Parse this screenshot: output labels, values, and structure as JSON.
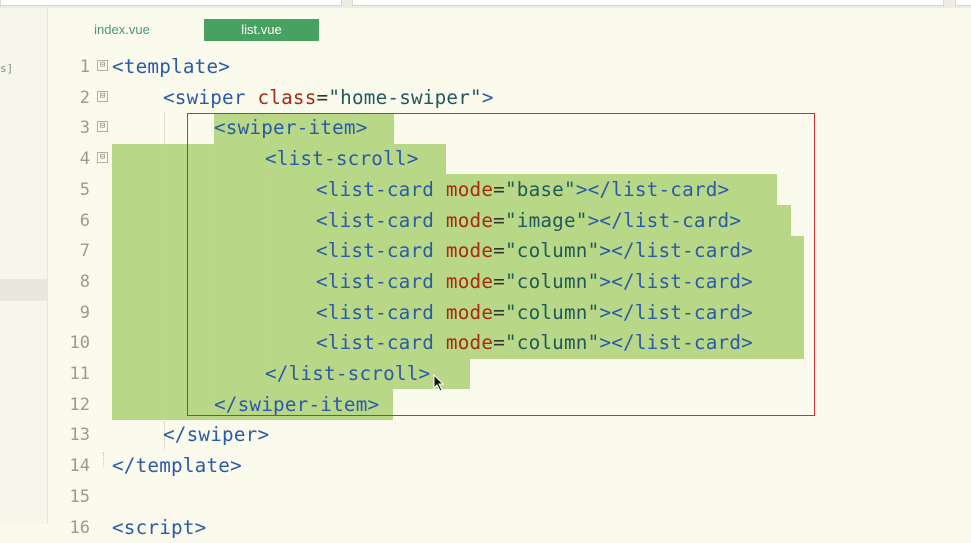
{
  "tabs": [
    {
      "label": "index.vue"
    },
    {
      "label": "list.vue"
    }
  ],
  "side_fragment": "s]",
  "lines": [
    {
      "num": "1",
      "fold": "⊟"
    },
    {
      "num": "2",
      "fold": "⊟"
    },
    {
      "num": "3",
      "fold": "⊟"
    },
    {
      "num": "4",
      "fold": "⊟"
    },
    {
      "num": "5"
    },
    {
      "num": "6"
    },
    {
      "num": "7"
    },
    {
      "num": "8"
    },
    {
      "num": "9"
    },
    {
      "num": "10"
    },
    {
      "num": "11"
    },
    {
      "num": "12"
    },
    {
      "num": "13"
    },
    {
      "num": "14"
    },
    {
      "num": "15"
    },
    {
      "num": "16"
    }
  ],
  "code": {
    "l1": "<template>",
    "l2_tag_open": "<swiper",
    "l2_attr": "class",
    "l2_eq": "=",
    "l2_val": "\"home-swiper\"",
    "l2_close": ">",
    "l3": "<swiper-item>",
    "l4": "<list-scroll>",
    "card_open": "<list-card",
    "card_attr": "mode",
    "card_eq": "=",
    "card_vals": [
      "\"base\"",
      "\"image\"",
      "\"column\"",
      "\"column\"",
      "\"column\"",
      "\"column\""
    ],
    "card_close": "></list-card>",
    "l11": "</list-scroll>",
    "l12": "</swiper-item>",
    "l13": "</swiper>",
    "l14": "</template>",
    "l16": "<script>"
  },
  "colors": {
    "tag": "#2b5aa8",
    "attribute": "#a82a10",
    "string": "#1f5a5a",
    "selection": "#b8d888",
    "active_tab": "#47a160",
    "annotation_box": "#d03030"
  }
}
